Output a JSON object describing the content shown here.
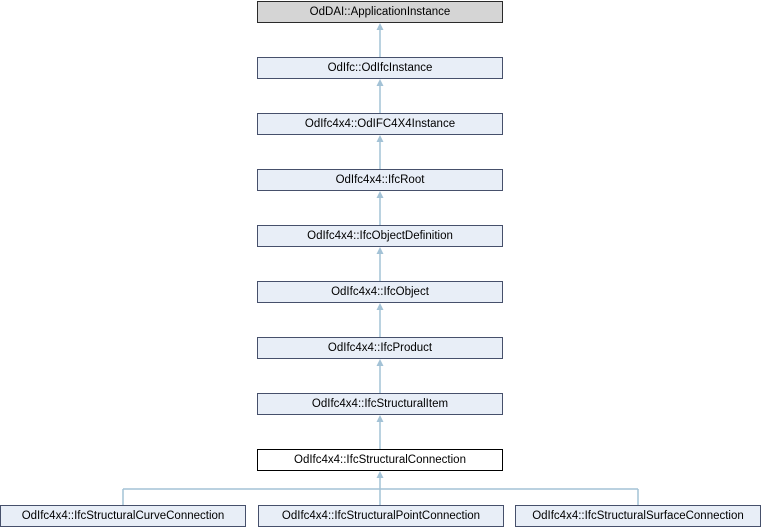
{
  "diagram": {
    "chain": [
      {
        "label": "OdDAI::ApplicationInstance",
        "type": "external"
      },
      {
        "label": "OdIfc::OdIfcInstance",
        "type": "normal"
      },
      {
        "label": "OdIfc4x4::OdIFC4X4Instance",
        "type": "normal"
      },
      {
        "label": "OdIfc4x4::IfcRoot",
        "type": "normal"
      },
      {
        "label": "OdIfc4x4::IfcObjectDefinition",
        "type": "normal"
      },
      {
        "label": "OdIfc4x4::IfcObject",
        "type": "normal"
      },
      {
        "label": "OdIfc4x4::IfcProduct",
        "type": "normal"
      },
      {
        "label": "OdIfc4x4::IfcStructuralItem",
        "type": "normal"
      },
      {
        "label": "OdIfc4x4::IfcStructuralConnection",
        "type": "current"
      }
    ],
    "children": [
      {
        "label": "OdIfc4x4::IfcStructuralCurveConnection"
      },
      {
        "label": "OdIfc4x4::IfcStructuralPointConnection"
      },
      {
        "label": "OdIfc4x4::IfcStructuralSurfaceConnection"
      }
    ],
    "colors": {
      "edge": "#a3c2d6",
      "external_fill": "#d5d5d5",
      "node_fill": "#e8eef7",
      "node_border": "#46506b",
      "current_fill": "#ffffff",
      "current_border": "#000000"
    }
  }
}
